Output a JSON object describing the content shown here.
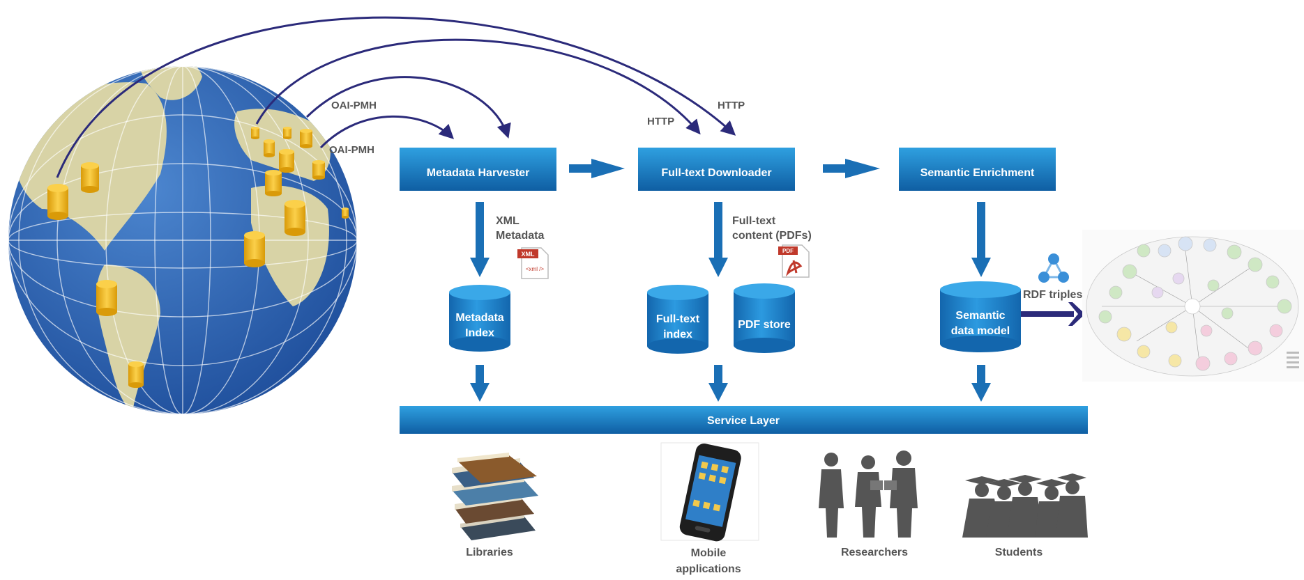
{
  "colors": {
    "box_top": "#2a93d5",
    "box_bottom": "#1165a8",
    "arrow_blue": "#1a6fb5",
    "arc_navy": "#2b2a7a",
    "label_gray": "#555555",
    "ocean": "#2d63b0",
    "land": "#d8d3a6",
    "db_gold": "#f2b41a",
    "silhouette": "#555555"
  },
  "protocols": {
    "oai_1": "OAI-PMH",
    "oai_2": "OAI-PMH",
    "http_1": "HTTP",
    "http_2": "HTTP"
  },
  "boxes": {
    "harvester": "Metadata Harvester",
    "downloader": "Full-text Downloader",
    "enrichment": "Semantic Enrichment",
    "service_layer": "Service Layer"
  },
  "flow_labels": {
    "xml_line1": "XML",
    "xml_line2": "Metadata",
    "fulltext_line1": "Full-text",
    "fulltext_line2": "content (PDFs)",
    "rdf_triples": "RDF triples"
  },
  "file_badges": {
    "xml_tag": "XML",
    "xml_body": "<xml />",
    "pdf_tag": "PDF"
  },
  "stores": {
    "metadata_index_1": "Metadata",
    "metadata_index_2": "Index",
    "fulltext_index_1": "Full-text",
    "fulltext_index_2": "index",
    "pdf_store": "PDF store",
    "semantic_model_1": "Semantic",
    "semantic_model_2": "data model"
  },
  "consumers": {
    "libraries": "Libraries",
    "mobile_1": "Mobile",
    "mobile_2": "applications",
    "researchers": "Researchers",
    "students": "Students"
  },
  "icons": {
    "globe": "globe-with-repositories",
    "books": "book-stack-icon",
    "phone": "smartphone-icon",
    "researchers": "researchers-silhouette",
    "students": "graduates-silhouette",
    "rdf": "rdf-triangle-icon",
    "lod": "linked-data-cloud"
  }
}
